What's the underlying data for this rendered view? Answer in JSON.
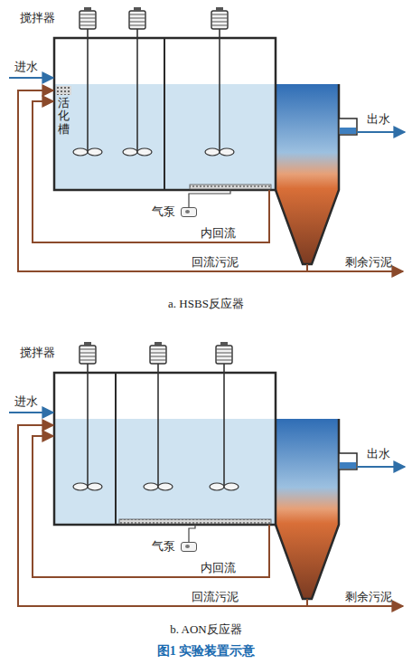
{
  "diagram": {
    "caption": "图1 实验装置示意",
    "nodes": [
      {
        "text": [
          "活化槽"
        ]
      },
      {
        "text": [
          "气泵"
        ]
      },
      {
        "text": [
          "气泵"
        ]
      }
    ],
    "labels": [
      "搅拌器",
      "进水",
      "出水",
      "内回流",
      "回流污泥",
      "剩余污泥",
      "a. HSBS反应器",
      "搅拌器",
      "进水",
      "出水",
      "内回流",
      "回流污泥",
      "剩余污泥",
      "b. AON反应器"
    ]
  }
}
